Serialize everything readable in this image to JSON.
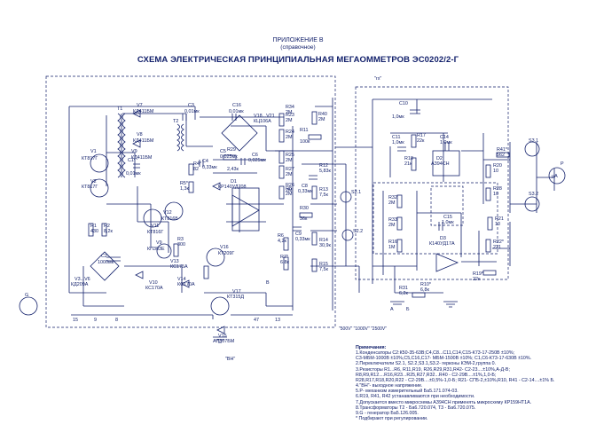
{
  "header": {
    "appendix": "ПРИЛОЖЕНИЕ В",
    "reference": "(справочное)",
    "title": "СХЕМА ЭЛЕКТРИЧЕСКАЯ ПРИНЦИПИАЛЬНАЯ МЕГАОММЕТРОВ ЭС0202/2-Г"
  },
  "colors": {
    "ink": "#12206b",
    "background": "#ffffff"
  },
  "labels": [
    {
      "id": "T1",
      "text": "T1"
    },
    {
      "id": "V7",
      "text": "V7"
    },
    {
      "id": "V7v",
      "text": "КД411БМ"
    },
    {
      "id": "V8",
      "text": "V8"
    },
    {
      "id": "V8v",
      "text": "КД411БМ"
    },
    {
      "id": "C3",
      "text": "C3"
    },
    {
      "id": "C3v",
      "text": "0,01мк"
    },
    {
      "id": "T2",
      "text": "T2"
    },
    {
      "id": "C16",
      "text": "C16"
    },
    {
      "id": "C16v",
      "text": "0,01мк"
    },
    {
      "id": "V18",
      "text": "V18...V21"
    },
    {
      "id": "V18v",
      "text": "КЦ106А"
    },
    {
      "id": "R34",
      "text": "R34"
    },
    {
      "id": "R34v",
      "text": "2М"
    },
    {
      "id": "R23",
      "text": "R23"
    },
    {
      "id": "R23v",
      "text": "2М"
    },
    {
      "id": "R24",
      "text": "R24"
    },
    {
      "id": "R24v",
      "text": "2М"
    },
    {
      "id": "R40",
      "text": "R40"
    },
    {
      "id": "R40v",
      "text": "2М"
    },
    {
      "id": "R11",
      "text": "R11"
    },
    {
      "id": "R11v",
      "text": "100к"
    },
    {
      "id": "R25",
      "text": "R25"
    },
    {
      "id": "R25v",
      "text": "2М"
    },
    {
      "id": "R27",
      "text": "R27"
    },
    {
      "id": "R27v",
      "text": "2М"
    },
    {
      "id": "V1",
      "text": "V1"
    },
    {
      "id": "V1v",
      "text": "КТ817Г"
    },
    {
      "id": "C1",
      "text": "C1"
    },
    {
      "id": "C1v",
      "text": "0,01мк"
    },
    {
      "id": "V9",
      "text": "V9"
    },
    {
      "id": "V9v",
      "text": "КД411БМ"
    },
    {
      "id": "R4",
      "text": "R4*"
    },
    {
      "id": "R4v",
      "text": "82"
    },
    {
      "id": "C4",
      "text": "C4"
    },
    {
      "id": "C4v",
      "text": "0,33мк"
    },
    {
      "id": "C5",
      "text": "C5"
    },
    {
      "id": "C5v",
      "text": "0,025мк"
    },
    {
      "id": "C6",
      "text": "C6"
    },
    {
      "id": "C6v",
      "text": "0,025мк"
    },
    {
      "id": "R29",
      "text": "R29"
    },
    {
      "id": "R29v",
      "text": "2,43к"
    },
    {
      "id": "R12",
      "text": "R12"
    },
    {
      "id": "R12v",
      "text": "5,83к"
    },
    {
      "id": "R26",
      "text": "R26"
    },
    {
      "id": "R26v",
      "text": "2М"
    },
    {
      "id": "V2",
      "text": "V2"
    },
    {
      "id": "V2v",
      "text": "КТ817Г"
    },
    {
      "id": "D1",
      "text": "D1"
    },
    {
      "id": "D1v",
      "text": "КР140УД708"
    },
    {
      "id": "R5",
      "text": "R5*"
    },
    {
      "id": "R5v",
      "text": "1,3к"
    },
    {
      "id": "V12",
      "text": "V12"
    },
    {
      "id": "V12v",
      "text": "КТ816Б"
    },
    {
      "id": "R8",
      "text": "R8"
    },
    {
      "id": "R8v",
      "text": "2М"
    },
    {
      "id": "C8",
      "text": "C8"
    },
    {
      "id": "C8v",
      "text": "0,33мк"
    },
    {
      "id": "R13",
      "text": "R13"
    },
    {
      "id": "R13v",
      "text": "7,5к"
    },
    {
      "id": "R30",
      "text": "R30"
    },
    {
      "id": "R30v",
      "text": "36к"
    },
    {
      "id": "R1",
      "text": "R1"
    },
    {
      "id": "R1v",
      "text": "430"
    },
    {
      "id": "R2",
      "text": "R2"
    },
    {
      "id": "R2v",
      "text": "8,2к"
    },
    {
      "id": "V11",
      "text": "V11"
    },
    {
      "id": "V11v",
      "text": "КТ816Г"
    },
    {
      "id": "R6",
      "text": "R6"
    },
    {
      "id": "R6v",
      "text": "4,2к"
    },
    {
      "id": "C9",
      "text": "C9"
    },
    {
      "id": "C9v",
      "text": "0,33мк"
    },
    {
      "id": "R14",
      "text": "R14"
    },
    {
      "id": "R14v",
      "text": "30,9к"
    },
    {
      "id": "V9b",
      "text": "V9"
    },
    {
      "id": "V9bv",
      "text": "КП303Е"
    },
    {
      "id": "R3",
      "text": "R3"
    },
    {
      "id": "R3v",
      "text": "300"
    },
    {
      "id": "V13",
      "text": "V13"
    },
    {
      "id": "V13v",
      "text": "КС175А"
    },
    {
      "id": "V16",
      "text": "V16"
    },
    {
      "id": "V16v",
      "text": "КТ209Г"
    },
    {
      "id": "R7",
      "text": "R7*"
    },
    {
      "id": "R7v",
      "text": "6,8к"
    },
    {
      "id": "R15",
      "text": "R15"
    },
    {
      "id": "R15v",
      "text": "7,5к"
    },
    {
      "id": "C2",
      "text": "C2"
    },
    {
      "id": "C2v",
      "text": "1000мк"
    },
    {
      "id": "V3",
      "text": "V3...V6"
    },
    {
      "id": "V3v",
      "text": "КД209А"
    },
    {
      "id": "V10",
      "text": "V10"
    },
    {
      "id": "V10v",
      "text": "КС170А"
    },
    {
      "id": "V14",
      "text": "V14"
    },
    {
      "id": "V14v",
      "text": "КС170А"
    },
    {
      "id": "V17",
      "text": "V17"
    },
    {
      "id": "V17v",
      "text": "КТ315Д"
    },
    {
      "id": "V15",
      "text": "V15"
    },
    {
      "id": "V15v",
      "text": "АЛ307БМ"
    },
    {
      "id": "BH",
      "text": "\"ВН\""
    },
    {
      "id": "G",
      "text": "G"
    },
    {
      "id": "n15",
      "text": "15"
    },
    {
      "id": "n9",
      "text": "9"
    },
    {
      "id": "n8",
      "text": "8"
    },
    {
      "id": "n13",
      "text": "13"
    },
    {
      "id": "n47",
      "text": "47"
    },
    {
      "id": "rx",
      "text": "\"rх\""
    },
    {
      "id": "C10",
      "text": "C10"
    },
    {
      "id": "C10v",
      "text": "1,0мк"
    },
    {
      "id": "C11",
      "text": "C11"
    },
    {
      "id": "C11v",
      "text": "1,0мк"
    },
    {
      "id": "R17",
      "text": "R17"
    },
    {
      "id": "R17v",
      "text": "22к"
    },
    {
      "id": "C14",
      "text": "C14"
    },
    {
      "id": "C14v",
      "text": "1,0мк"
    },
    {
      "id": "R18",
      "text": "R18"
    },
    {
      "id": "R18v",
      "text": "21к"
    },
    {
      "id": "D2",
      "text": "D2"
    },
    {
      "id": "D2v",
      "text": "АЗ94СН"
    },
    {
      "id": "R41",
      "text": "R41*"
    },
    {
      "id": "R41v",
      "text": "562"
    },
    {
      "id": "R20",
      "text": "R20"
    },
    {
      "id": "R20v",
      "text": "10"
    },
    {
      "id": "R28",
      "text": "R28"
    },
    {
      "id": "R28v",
      "text": "10"
    },
    {
      "id": "S1",
      "text": "S3.1"
    },
    {
      "id": "S2",
      "text": "S3.2"
    },
    {
      "id": "S21",
      "text": "S2.1"
    },
    {
      "id": "S22",
      "text": "S2.2"
    },
    {
      "id": "P",
      "text": "P"
    },
    {
      "id": "R32",
      "text": "R32"
    },
    {
      "id": "R32v",
      "text": "2М"
    },
    {
      "id": "R33",
      "text": "R33"
    },
    {
      "id": "R33v",
      "text": "2М"
    },
    {
      "id": "R16",
      "text": "R16"
    },
    {
      "id": "R16v",
      "text": "1М"
    },
    {
      "id": "C15",
      "text": "C15"
    },
    {
      "id": "C15v",
      "text": "1,0мк"
    },
    {
      "id": "D3",
      "text": "D3"
    },
    {
      "id": "D3v",
      "text": "К140УД17А"
    },
    {
      "id": "R21",
      "text": "R21"
    },
    {
      "id": "R21v",
      "text": "10"
    },
    {
      "id": "R22",
      "text": "R22*"
    },
    {
      "id": "R22v",
      "text": "221"
    },
    {
      "id": "R19",
      "text": "R19*"
    },
    {
      "id": "R19v",
      "text": "22к"
    },
    {
      "id": "R31",
      "text": "R31"
    },
    {
      "id": "R31v",
      "text": "6,2к"
    },
    {
      "id": "R10",
      "text": "R10*"
    },
    {
      "id": "R10v",
      "text": "6,8к"
    },
    {
      "id": "mode",
      "text": "\"500V\"  \"1000V\"  \"2500V\""
    },
    {
      "id": "A",
      "text": "А"
    },
    {
      "id": "B",
      "text": "Б"
    },
    {
      "id": "Bv",
      "text": "В"
    },
    {
      "id": "uA",
      "text": "μA"
    }
  ],
  "notes": {
    "heading": "Примечания:",
    "lines": [
      "1.Конденсаторы С2:К50-35-63В;С4,С8...С11,С14,С15-К73-17-250В ±10%;",
      " С3-МБМ-1000В ±10%,С5,С16,С17- МБМ-1500В ±10%; С1,С6-К73-17-630В ±10%.",
      "2.Переключатели S2.1, S2.2,S3.1,S3.2- герконы КЭМ-2,группа 0.",
      "3.Резисторы R1...R6, R11,R19, R26,R29,R31,R42- С2-23....±10%,А-Д-В;",
      " R8,R9,R12....R16,R23...R25,R27,R32...R40 - С2-29В....±1%,1,0-Б;",
      " R28,R17,R18,R20,R22 - С2-29В....±0,5%-1,0-Б; R21- СП5-2,±10%,R10, R41 - С2-14....±1% Б.",
      "4.\"ВН\"- выходное напряжение.",
      "5.Р- механизм измерительный Ба5.171.074-03.",
      "6.R19, R41, R42 устанавливаются при необходимости.",
      "7.Допускается вместо микросхемы АЗ94СН применять микросхему КР159НТ1А.",
      "8.Трансформаторы Т2 - Ба6.720.074, Т3 - Ба6.720.075.",
      "9.G - генератор Ба5.126.005.",
      " * Подбирают при регулировании."
    ]
  }
}
